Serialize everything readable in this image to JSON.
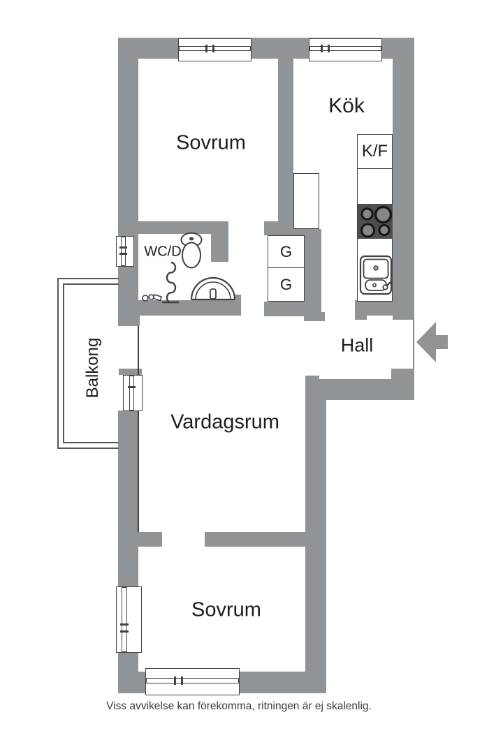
{
  "rooms": {
    "sovrum_top": "Sovrum",
    "kok": "Kök",
    "wcd": "WC/D",
    "hall": "Hall",
    "balkong": "Balkong",
    "vardagsrum": "Vardagsrum",
    "sovrum_bottom": "Sovrum"
  },
  "fixtures": {
    "fridge_freezer": "K/F",
    "wardrobe_1": "G",
    "wardrobe_2": "G"
  },
  "footer": {
    "disclaimer": "Viss avvikelse kan förekomma, ritningen är ej skalenlig."
  },
  "colors": {
    "wall": "#919496",
    "outline": "#3f4245",
    "stove_top": "#4c4e50",
    "text": "#1e1e1e",
    "background": "#ffffff"
  }
}
